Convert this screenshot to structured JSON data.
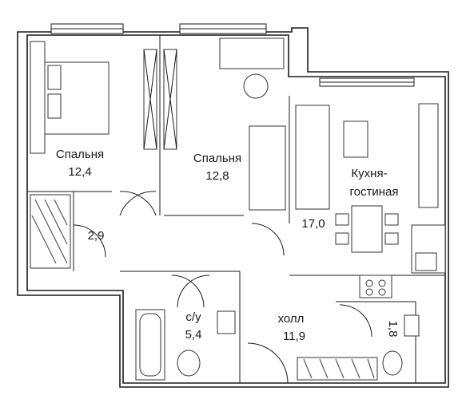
{
  "plan": {
    "rooms": [
      {
        "key": "bedroom1",
        "name": "Спальня",
        "area": "12,4"
      },
      {
        "key": "bedroom2",
        "name": "Спальня",
        "area": "12,8"
      },
      {
        "key": "closet",
        "name": "",
        "area": "2,9"
      },
      {
        "key": "kitchen",
        "name_line1": "Кухня-",
        "name_line2": "гостиная",
        "area": "17,0"
      },
      {
        "key": "bathroom",
        "name": "с/у",
        "area": "5,4"
      },
      {
        "key": "hall",
        "name": "холл",
        "area": "11,9"
      },
      {
        "key": "wc",
        "name": "",
        "area": "1,8"
      }
    ],
    "colors": {
      "wall": "#1a1a1a",
      "background": "#ffffff",
      "furniture": "#333333"
    }
  }
}
